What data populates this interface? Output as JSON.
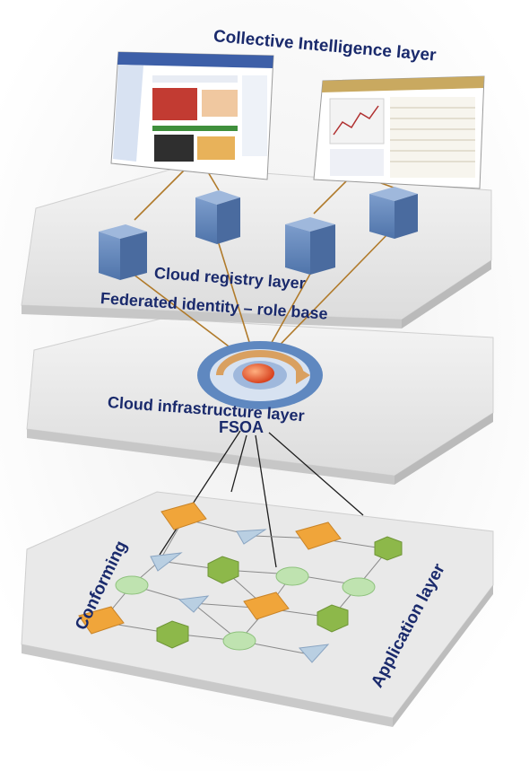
{
  "layers": {
    "collective": "Collective Intelligence layer",
    "registry": "Cloud registry layer",
    "federated": "Federated identity – role base",
    "infrastructure": "Cloud infrastructure layer",
    "fsoa": "FSOA",
    "conforming": "Conforming",
    "application": "Application layer"
  },
  "colors": {
    "label_text": "#1a2a6c",
    "cube": "#5b7fb5",
    "square_node": "#f0a53a",
    "hexagon_node": "#8db84a",
    "ellipse_node": "#bfe3b0",
    "triangle_node": "#b9cfe2",
    "hub_core": "#e0502a",
    "hub_ring": "#6f96c8",
    "hub_arrow": "#d9a060",
    "connector": "#b07a2a"
  }
}
